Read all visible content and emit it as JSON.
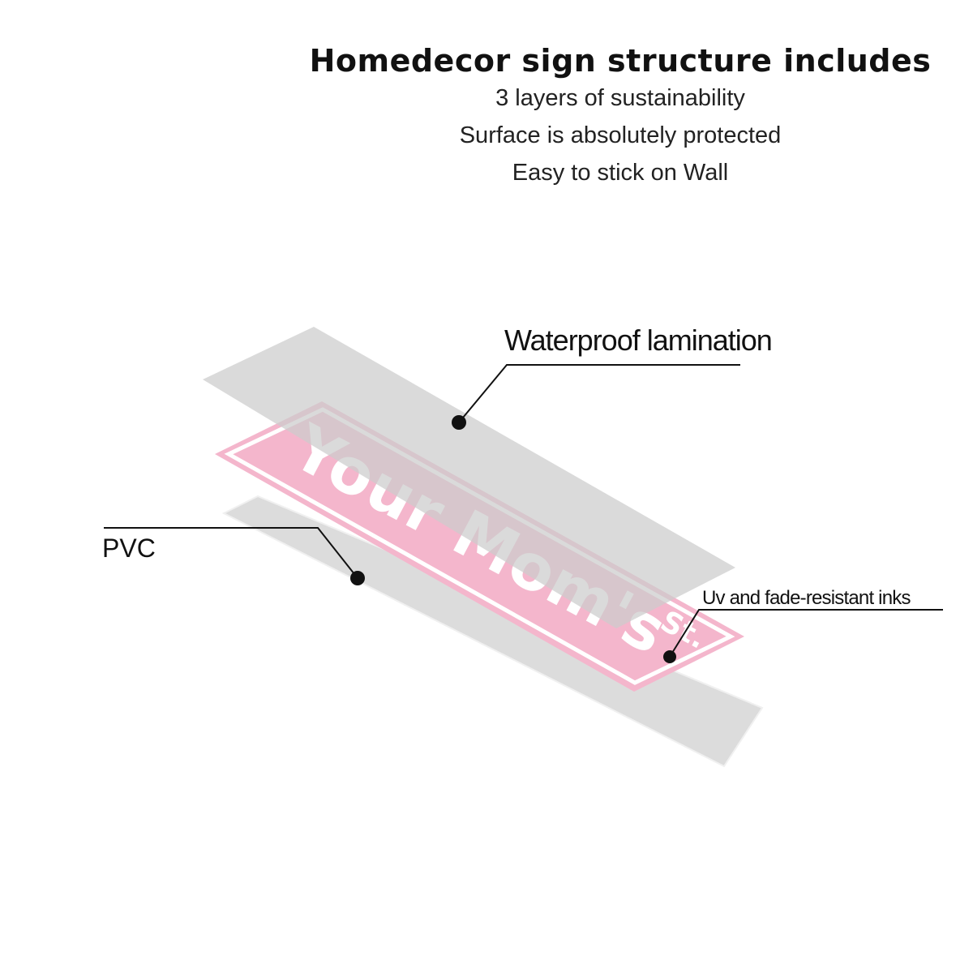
{
  "header": {
    "title": "Homedecor sign structure includes",
    "lines": [
      "3 layers of sustainability",
      "Surface is absolutely protected",
      "Easy to stick on Wall"
    ]
  },
  "layers": {
    "top_label": "Waterproof lamination",
    "bottom_label": "PVC",
    "ink_label": "Uv and fade-resistant inks"
  },
  "sign": {
    "text": "Your Mom's",
    "suffix": "St."
  },
  "colors": {
    "layer_gray": "#dcdcdc",
    "sign_pink": "#f4b6cc",
    "sign_border": "#ffffff"
  }
}
